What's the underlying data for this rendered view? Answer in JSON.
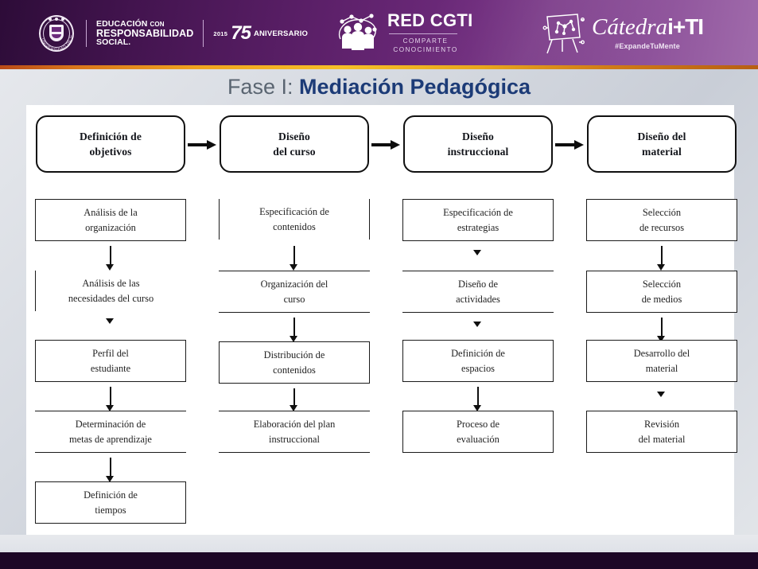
{
  "header": {
    "logos": {
      "university": {
        "seal_name": "universidad-de-colima-seal",
        "seal_arc_text": "UNIVERSIDAD DE COLIMA",
        "line1": "EDUCACIÓN",
        "line1_small": "CON",
        "line2": "RESPONSABILIDAD",
        "line3": "SOCIAL.",
        "anniversary_year": "2015",
        "anniversary_number": "75",
        "anniversary_word": "ANIVERSARIO"
      },
      "red_cgti": {
        "icon_name": "network-people-icon",
        "title": "RED CGTI",
        "subtitle_line1": "COMPARTE",
        "subtitle_line2": "CONOCIMIENTO"
      },
      "catedra": {
        "icon_name": "easel-network-icon",
        "title_script": "Cátedra",
        "title_bold": "i+TI",
        "hashtag": "#ExpandeTuMente"
      }
    },
    "colors": {
      "purple_dark": "#2d0c38",
      "purple_light": "#a06bab",
      "gold_rule": "#f6bf28",
      "footer_bar": "#1d0726"
    }
  },
  "title": {
    "prefix": "Fase I: ",
    "emphasis": "Mediación Pedagógica",
    "prefix_color": "#5a6571",
    "emphasis_color": "#1c3b77"
  },
  "diagram": {
    "stages": [
      {
        "line1": "Definición de",
        "line2": "objetivos"
      },
      {
        "line1": "Diseño",
        "line2": "del curso"
      },
      {
        "line1": "Diseño",
        "line2": "instruccional"
      },
      {
        "line1": "Diseño del",
        "line2": "material"
      }
    ],
    "columns": [
      {
        "items": [
          {
            "line1": "Análisis de la",
            "line2": "organización"
          },
          {
            "line1": "Análisis de las",
            "line2": "necesidades del curso"
          },
          {
            "line1": "Perfil del",
            "line2": "estudiante"
          },
          {
            "line1": "Determinación de",
            "line2": "metas de aprendizaje"
          },
          {
            "line1": "Definición de",
            "line2": "tiempos"
          }
        ]
      },
      {
        "items": [
          {
            "line1": "Especificación de",
            "line2": "contenidos"
          },
          {
            "line1": "Organización del",
            "line2": "curso"
          },
          {
            "line1": "Distribución de",
            "line2": "contenidos"
          },
          {
            "line1": "Elaboración del plan",
            "line2": "instruccional"
          }
        ]
      },
      {
        "items": [
          {
            "line1": "Especificación de",
            "line2": "estrategias"
          },
          {
            "line1": "Diseño de",
            "line2": "actividades"
          },
          {
            "line1": "Definición de",
            "line2": "espacios"
          },
          {
            "line1": "Proceso de",
            "line2": "evaluación"
          }
        ]
      },
      {
        "items": [
          {
            "line1": "Selección",
            "line2": "de recursos"
          },
          {
            "line1": "Selección",
            "line2": "de medios"
          },
          {
            "line1": "Desarrollo del",
            "line2": "material"
          },
          {
            "line1": "Revisión",
            "line2": "del material"
          }
        ]
      }
    ]
  }
}
